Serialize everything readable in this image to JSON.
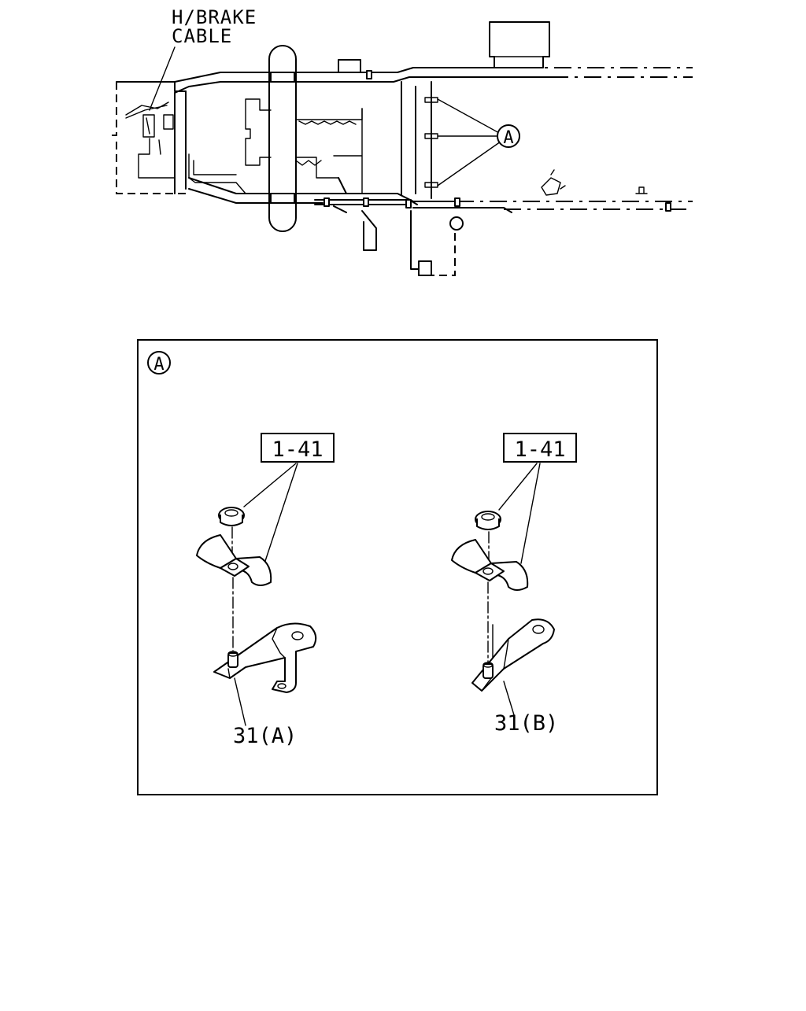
{
  "overview": {
    "cable_label_line1": "H/BRAKE",
    "cable_label_line2": "CABLE",
    "callout_marker": "A"
  },
  "detail": {
    "marker": "A",
    "left": {
      "ref_box": "1-41",
      "part_label": "31(A)"
    },
    "right": {
      "ref_box": "1-41",
      "part_label": "31(B)"
    }
  }
}
